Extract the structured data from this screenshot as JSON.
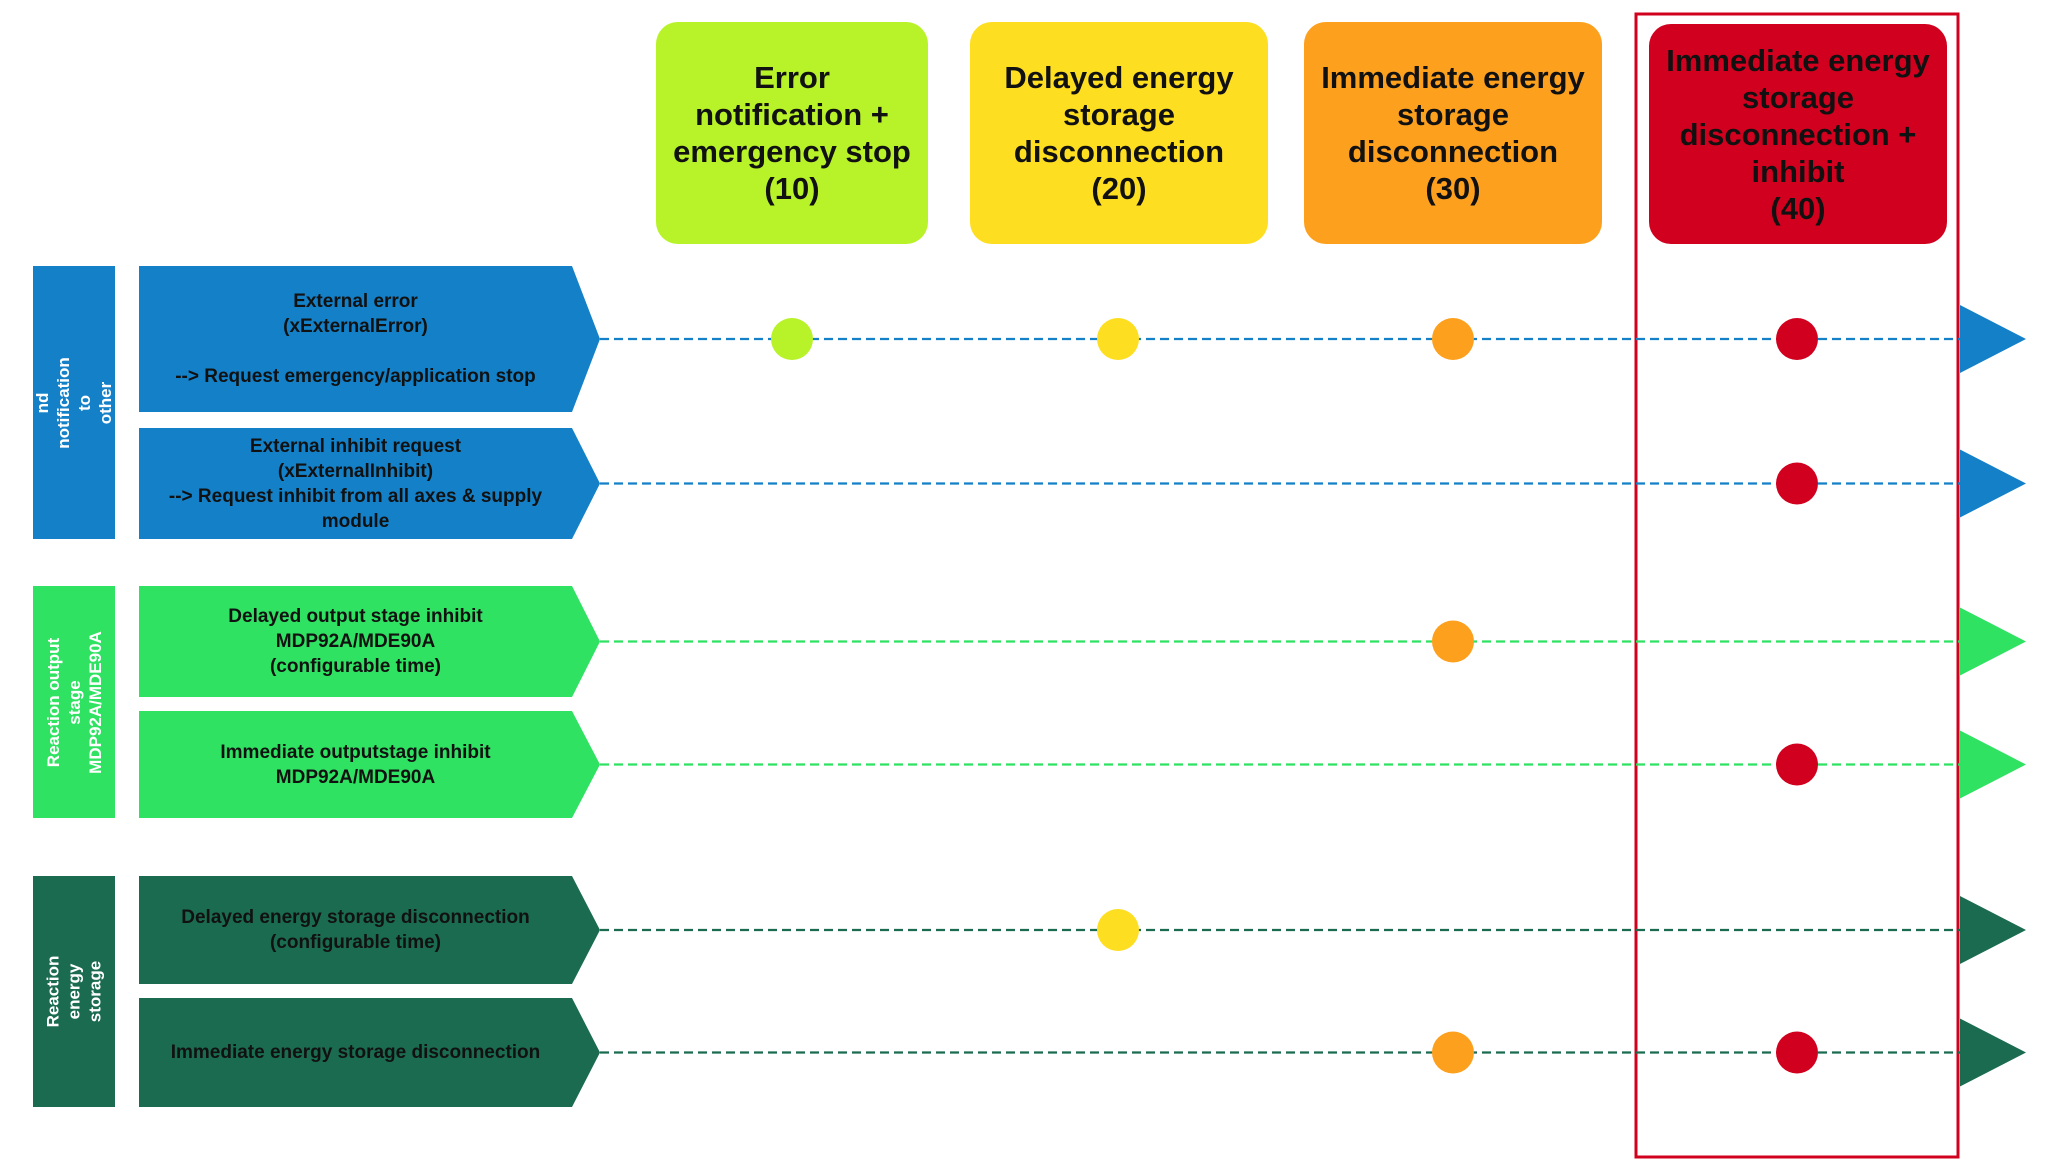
{
  "columns": [
    {
      "title": "Error\nnotification +\nemergency stop\n(10)",
      "color": "#b8f228",
      "text_color": "#111111"
    },
    {
      "title": "Delayed energy\nstorage\ndisconnection\n(20)",
      "color": "#fdde20",
      "text_color": "#111111"
    },
    {
      "title": "Immediate energy\nstorage\ndisconnection\n(30)",
      "color": "#fda01d",
      "text_color": "#111111"
    },
    {
      "title": "Immediate energy\nstorage\ndisconnection +\ninhibit\n(40)",
      "color": "#d0001e",
      "text_color": "#111111"
    }
  ],
  "highlight_color": "#d0001e",
  "groups": [
    {
      "label": "Message nd notification to\nother MOVIKITs",
      "color": "#1380c8"
    },
    {
      "label": "Reaction output stage\nMDP92A/MDE90A",
      "color": "#2fe262"
    },
    {
      "label": "Reaction energy\nstorage",
      "color": "#1a6b4f"
    }
  ],
  "rows": [
    {
      "group": 0,
      "label": "External error\n(xExternalError)\n\n--> Request emergency/application stop",
      "color": "#1380c8",
      "text_color": "#111111",
      "line_color": "#1380c8",
      "dots": [
        0,
        1,
        2,
        3
      ]
    },
    {
      "group": 0,
      "label": "External inhibit request\n(xExternalInhibit)\n--> Request inhibit from all axes & supply\nmodule",
      "color": "#1380c8",
      "text_color": "#111111",
      "line_color": "#1380c8",
      "dots": [
        3
      ]
    },
    {
      "group": 1,
      "label": "Delayed output stage inhibit\nMDP92A/MDE90A\n(configurable time)",
      "color": "#2fe262",
      "text_color": "#111111",
      "line_color": "#2fe262",
      "dots": [
        2
      ]
    },
    {
      "group": 1,
      "label": "Immediate outputstage inhibit\nMDP92A/MDE90A",
      "color": "#2fe262",
      "text_color": "#111111",
      "line_color": "#2fe262",
      "dots": [
        3
      ]
    },
    {
      "group": 2,
      "label": "Delayed energy storage disconnection\n(configurable time)",
      "color": "#1a6b4f",
      "text_color": "#111111",
      "line_color": "#1a6b4f",
      "dots": [
        1
      ]
    },
    {
      "group": 2,
      "label": "Immediate energy storage disconnection",
      "color": "#1a6b4f",
      "text_color": "#111111",
      "line_color": "#1a6b4f",
      "dots": [
        2,
        3
      ]
    }
  ]
}
